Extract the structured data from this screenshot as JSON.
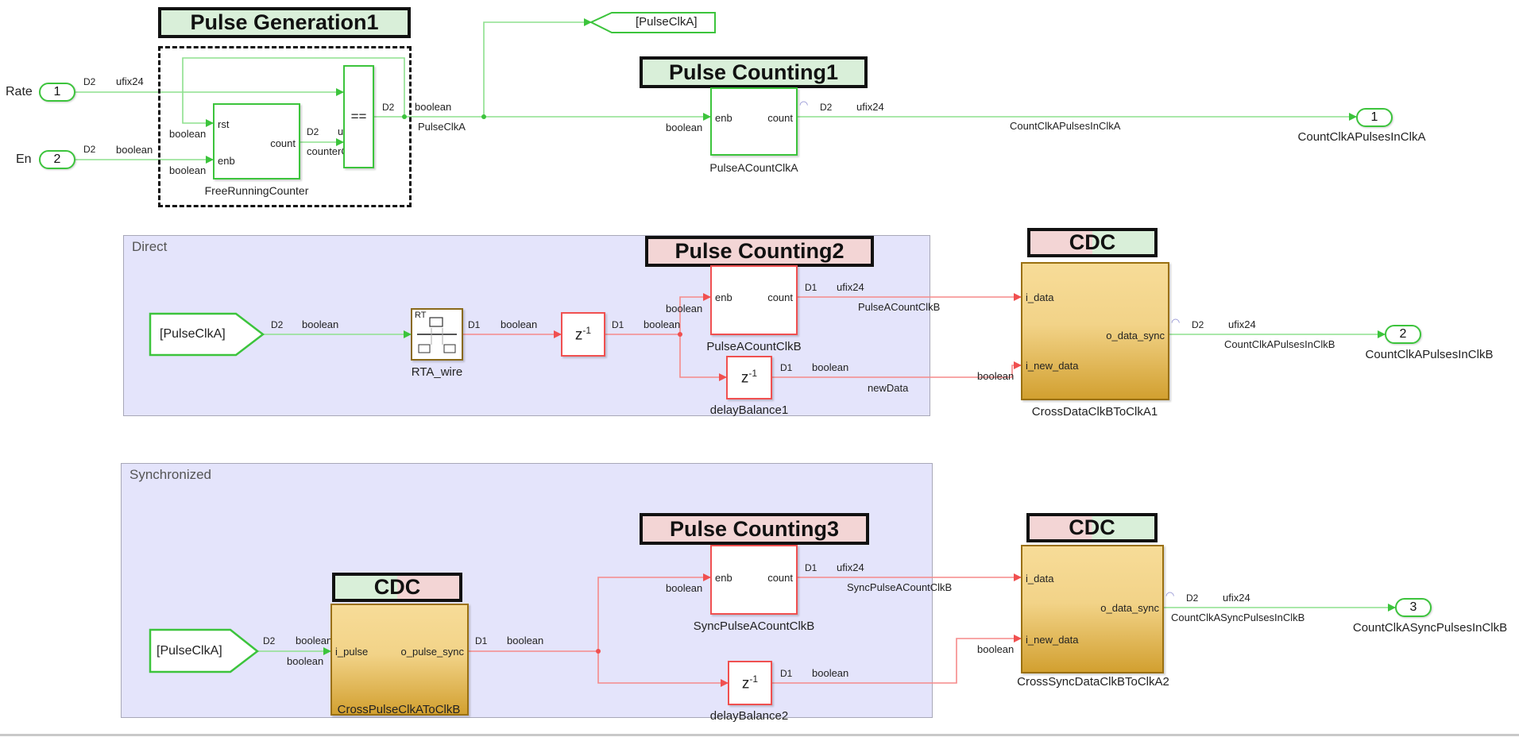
{
  "colors": {
    "clk_a_signal": "#3cc43c",
    "clk_b_signal": "#f05050",
    "area_fill": "#e4e4fb",
    "cdc_fill": "#f2d388",
    "annotation_green": "#d9efd9",
    "annotation_pink": "#f3d5d5"
  },
  "annotations": {
    "pulse_generation1": "Pulse Generation1",
    "pulse_counting1": "Pulse Counting1",
    "pulse_counting2": "Pulse Counting2",
    "pulse_counting3": "Pulse Counting3",
    "cdc_top": "CDC",
    "cdc_mid": "CDC",
    "cdc_bottom": "CDC"
  },
  "areas": {
    "direct": "Direct",
    "synchronized": "Synchronized"
  },
  "inports": [
    {
      "number": "1",
      "name": "Rate",
      "rate": "D2",
      "type": "ufix24"
    },
    {
      "number": "2",
      "name": "En",
      "rate": "D2",
      "type": "boolean"
    }
  ],
  "outports": [
    {
      "number": "1",
      "name": "CountClkAPulsesInClkA",
      "signal": "CountClkAPulsesInClkA",
      "rate": "D2",
      "type": "ufix24"
    },
    {
      "number": "2",
      "name": "CountClkAPulsesInClkB",
      "signal": "CountClkAPulsesInClkB",
      "rate": "D2",
      "type": "ufix24"
    },
    {
      "number": "3",
      "name": "CountClkASyncPulsesInClkB",
      "signal": "CountClkASyncPulsesInClkB",
      "rate": "D2",
      "type": "ufix24"
    }
  ],
  "blocks": {
    "free_running_counter": {
      "name": "FreeRunningCounter",
      "ports_in": [
        "rst",
        "enb"
      ],
      "port_out": "count"
    },
    "compare": {
      "symbol": "=="
    },
    "goto": {
      "tag": "[PulseClkA]"
    },
    "from_direct": {
      "tag": "[PulseClkA]"
    },
    "from_sync": {
      "tag": "[PulseClkA]"
    },
    "pulse_a_count_clk_a": {
      "name": "PulseACountClkA",
      "port_in": "enb",
      "port_out": "count"
    },
    "rta_wire": {
      "name": "RTA_wire",
      "icon_text": "RT"
    },
    "delay_direct": {
      "symbol": "z",
      "exp": "-1"
    },
    "pulse_a_count_clk_b": {
      "name": "PulseACountClkB",
      "port_in": "enb",
      "port_out": "count"
    },
    "delay_balance1": {
      "name": "delayBalance1",
      "symbol": "z",
      "exp": "-1"
    },
    "cross_data1": {
      "name": "CrossDataClkBToClkA1",
      "ports_in": [
        "i_data",
        "i_new_data"
      ],
      "port_out": "o_data_sync"
    },
    "cross_pulse": {
      "name": "CrossPulseClkAToClkB",
      "port_in": "i_pulse",
      "port_out": "o_pulse_sync"
    },
    "sync_pulse_count": {
      "name": "SyncPulseACountClkB",
      "port_in": "enb",
      "port_out": "count"
    },
    "delay_balance2": {
      "name": "delayBalance2",
      "symbol": "z",
      "exp": "-1"
    },
    "cross_sync_data2": {
      "name": "CrossSyncDataClkBToClkA2",
      "ports_in": [
        "i_data",
        "i_new_data"
      ],
      "port_out": "o_data_sync"
    }
  },
  "signals": {
    "pulse_clk_a": "PulseClkA",
    "counter_out": "counterOut",
    "pulse_a_count_clk_b": "PulseACountClkB",
    "new_data": "newData",
    "sync_pulse_a_count_clk_b": "SyncPulseACountClkB"
  },
  "line_labels": {
    "d1": "D1",
    "d2": "D2",
    "boolean": "boolean",
    "ufix24": "ufix24",
    "u_partial": "u"
  }
}
